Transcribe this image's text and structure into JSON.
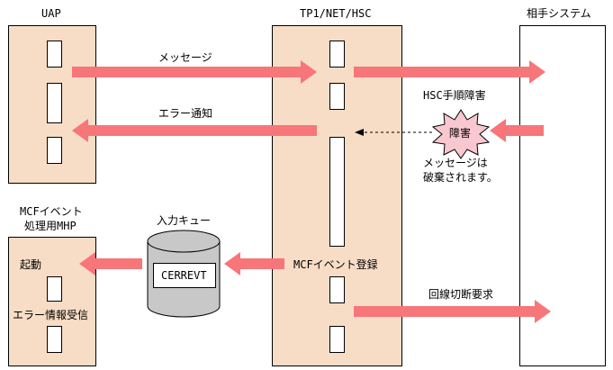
{
  "participants": {
    "uap": "UAP",
    "tp1": "TP1/NET/HSC",
    "remote": "相手システム",
    "mcf_handler": [
      "MCFイベント",
      "処理用MHP"
    ]
  },
  "flows": {
    "message": "メッセージ",
    "error_notice": "エラー通知",
    "hsc_failure": "HSC手順障害",
    "failure_burst": "障害",
    "discarded": [
      "メッセージは",
      "破棄されます。"
    ],
    "input_queue": "入力キュー",
    "queue_name": "CERREVT",
    "mcf_event_register": "MCFイベント登録",
    "line_disconnect": "回線切断要求",
    "start": "起動",
    "error_info_receive": "エラー情報受信"
  },
  "colors": {
    "box_fill": "#f7dcc6",
    "arrow": "#f7767a",
    "burst": "#f9c7cf",
    "cylinder": "#c8c8c8"
  }
}
